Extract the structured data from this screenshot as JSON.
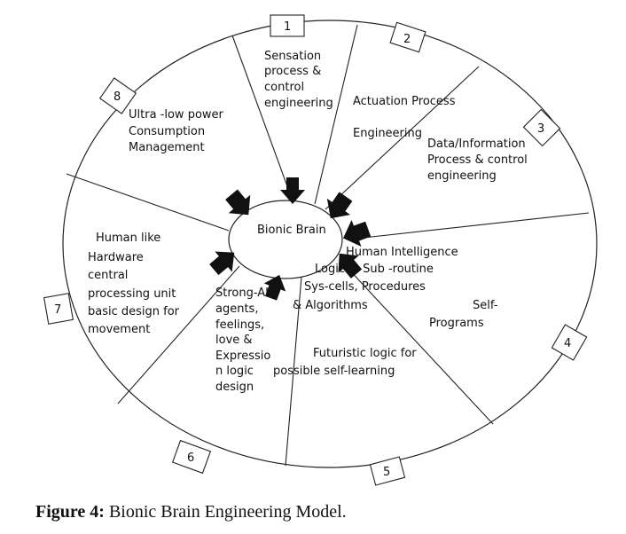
{
  "center_label": "Bionic Brain",
  "segments": [
    {
      "number": "1",
      "lines": [
        "Sensation",
        "process &",
        "control",
        "engineering"
      ]
    },
    {
      "number": "2",
      "lines": [
        "Actuation Process",
        "",
        "Engineering"
      ]
    },
    {
      "number": "3",
      "lines": [
        "Data/Information",
        "Process & control",
        "engineering"
      ]
    },
    {
      "number": "4",
      "lines": [
        "Human Intelligence",
        "Logic in Sub -routine",
        "Sys-cells, Procedures",
        "& Algorithms",
        "Self-",
        "Programs"
      ]
    },
    {
      "number": "5",
      "lines": [
        "Futuristic logic for",
        "possible self-learning"
      ]
    },
    {
      "number": "6",
      "lines": [
        "Strong-AI",
        "agents,",
        "feelings,",
        "love &",
        "Expressio",
        "n logic",
        "design"
      ]
    },
    {
      "number": "7",
      "lines": [
        "Human like",
        "Hardware",
        "central",
        "processing unit",
        "basic design for",
        "movement"
      ]
    },
    {
      "number": "8",
      "lines": [
        "Ultra -low power",
        "Consumption",
        "Management"
      ]
    }
  ],
  "caption": {
    "label": "Figure 4:",
    "text": " Bionic Brain Engineering Model."
  }
}
